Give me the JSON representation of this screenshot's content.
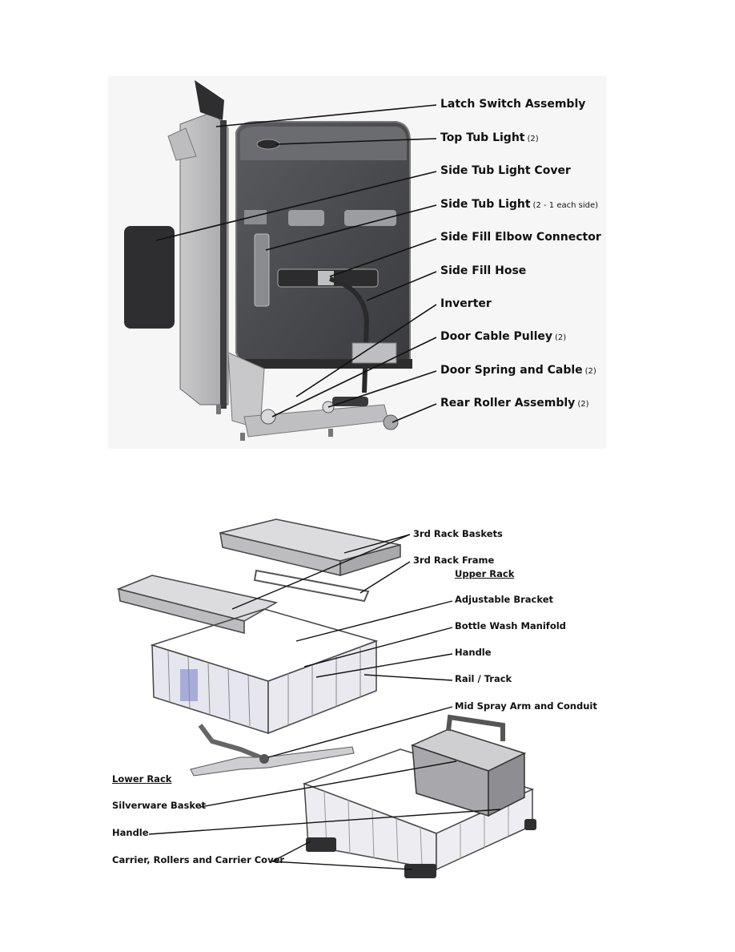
{
  "top_diagram": {
    "callouts": [
      {
        "label": "Latch Switch Assembly",
        "note": ""
      },
      {
        "label": "Top Tub Light",
        "note": "(2)"
      },
      {
        "label": "Side Tub Light Cover",
        "note": ""
      },
      {
        "label": "Side Tub Light",
        "note": "(2 - 1 each side)"
      },
      {
        "label": "Side Fill Elbow Connector",
        "note": ""
      },
      {
        "label": "Side Fill Hose",
        "note": ""
      },
      {
        "label": "Inverter",
        "note": ""
      },
      {
        "label": "Door Cable Pulley",
        "note": "(2)"
      },
      {
        "label": "Door Spring and Cable",
        "note": "(2)"
      },
      {
        "label": "Rear Roller Assembly",
        "note": "(2)"
      }
    ]
  },
  "bottom_diagram": {
    "upper_rack_heading": "Upper Rack",
    "lower_rack_heading": "Lower Rack",
    "callouts": [
      {
        "label": "3rd Rack Baskets"
      },
      {
        "label": "3rd Rack Frame"
      },
      {
        "label": "Adjustable Bracket"
      },
      {
        "label": "Bottle Wash Manifold"
      },
      {
        "label": "Handle"
      },
      {
        "label": "Rail / Track"
      },
      {
        "label": "Mid Spray Arm and Conduit"
      },
      {
        "label": "Silverware Basket"
      },
      {
        "label": "Handle"
      },
      {
        "label": "Carrier, Rollers and Carrier Cover"
      }
    ]
  }
}
